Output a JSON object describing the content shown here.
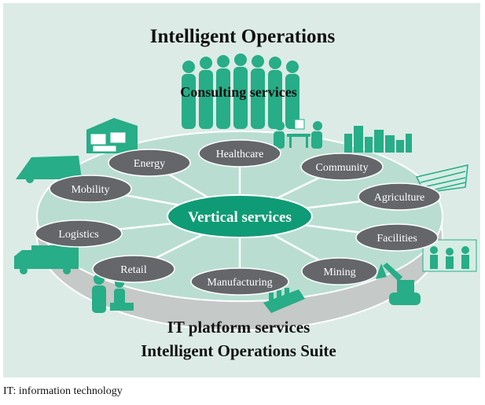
{
  "title": "Intelligent Operations",
  "consulting_label": "Consulting services",
  "center_label": "Vertical services",
  "platform_label": "IT platform services",
  "suite_label": "Intelligent Operations Suite",
  "footnote": "IT: information technology",
  "verticals": [
    "Healthcare",
    "Energy",
    "Community",
    "Mobility",
    "Agriculture",
    "Logistics",
    "Facilities",
    "Retail",
    "Manufacturing",
    "Mining"
  ],
  "colors": {
    "background": "#dcebe6",
    "disc_top": "#b9ded1",
    "disc_rim": "#c9ccca",
    "node": "#64666a",
    "center": "#0f9b76",
    "icon": "#27ad87"
  }
}
